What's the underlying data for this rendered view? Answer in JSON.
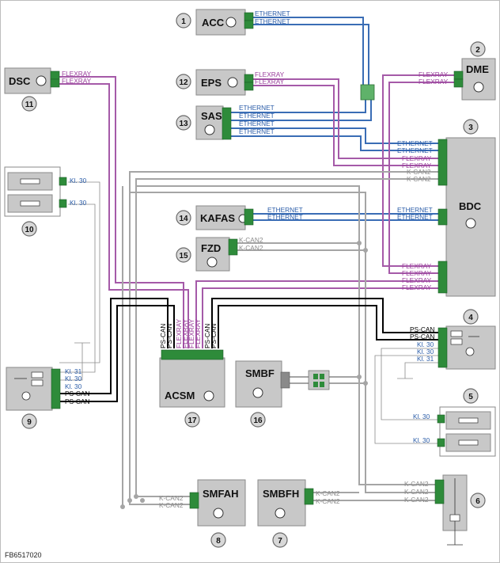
{
  "modules": {
    "acc": {
      "name": "ACC",
      "num": "1"
    },
    "dme": {
      "name": "DME",
      "num": "2"
    },
    "bdc": {
      "name": "BDC",
      "num": "3"
    },
    "m4": {
      "num": "4"
    },
    "m5": {
      "num": "5"
    },
    "m6": {
      "num": "6"
    },
    "sbmfh": {
      "name": "SMBFH",
      "num": "7"
    },
    "smfah": {
      "name": "SMFAH",
      "num": "8"
    },
    "m9": {
      "num": "9"
    },
    "m10": {
      "num": "10"
    },
    "dsc": {
      "name": "DSC",
      "num": "11"
    },
    "eps": {
      "name": "EPS",
      "num": "12"
    },
    "sas": {
      "name": "SAS",
      "num": "13"
    },
    "kafas": {
      "name": "KAFAS",
      "num": "14"
    },
    "fzd": {
      "name": "FZD",
      "num": "15"
    },
    "smbf": {
      "name": "SMBF",
      "num": "16"
    },
    "acsm": {
      "name": "ACSM",
      "num": "17"
    }
  },
  "labels": {
    "ethernet": "ETHERNET",
    "flexray": "FLEXRAY",
    "kcan2": "K-CAN2",
    "pscan": "PS-CAN",
    "kl30": "Kl. 30",
    "kl31": "Kl. 31"
  },
  "reference": "FB6517020"
}
